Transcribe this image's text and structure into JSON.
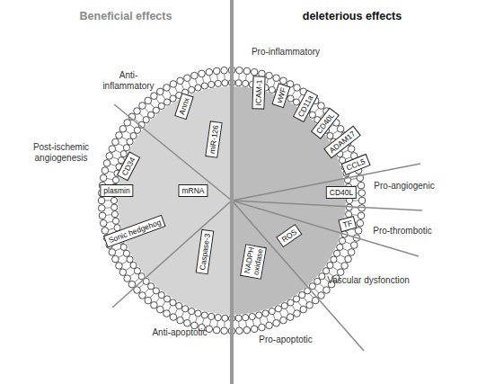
{
  "diagram": {
    "nodes": [
      {
        "text": [
          "Annx"
        ]
      },
      {
        "text": [
          "miR-126"
        ]
      },
      {
        "text": [
          "CD34"
        ]
      },
      {
        "text": [
          "plasmin"
        ]
      },
      {
        "text": [
          "mRNA"
        ]
      },
      {
        "text": [
          "Sonic hedgehog"
        ]
      },
      {
        "text": [
          "Caspase-3"
        ]
      },
      {
        "text": [
          "ICAM-1"
        ]
      },
      {
        "text": [
          "vWF"
        ]
      },
      {
        "text": [
          "CD11a"
        ]
      },
      {
        "text": [
          "CD40L"
        ]
      },
      {
        "text": [
          "ADAM17"
        ]
      },
      {
        "text": [
          "CCL5"
        ]
      },
      {
        "text": [
          "CD40L"
        ]
      },
      {
        "text": [
          "TF"
        ]
      },
      {
        "text": [
          "ROS"
        ]
      },
      {
        "text": [
          "NADPH oxidase"
        ]
      }
    ],
    "labels": [
      "Beneficial effects",
      "deleterious effects",
      "Anti-inflammatory",
      "Pro-inflammatory",
      "Post-ischemic angiogenesis",
      "Pro-angiogenic",
      "Pro-thrombotic",
      "Vascular dysfonction",
      "Anti-apoptotic",
      "Pro-apoptotic"
    ]
  }
}
